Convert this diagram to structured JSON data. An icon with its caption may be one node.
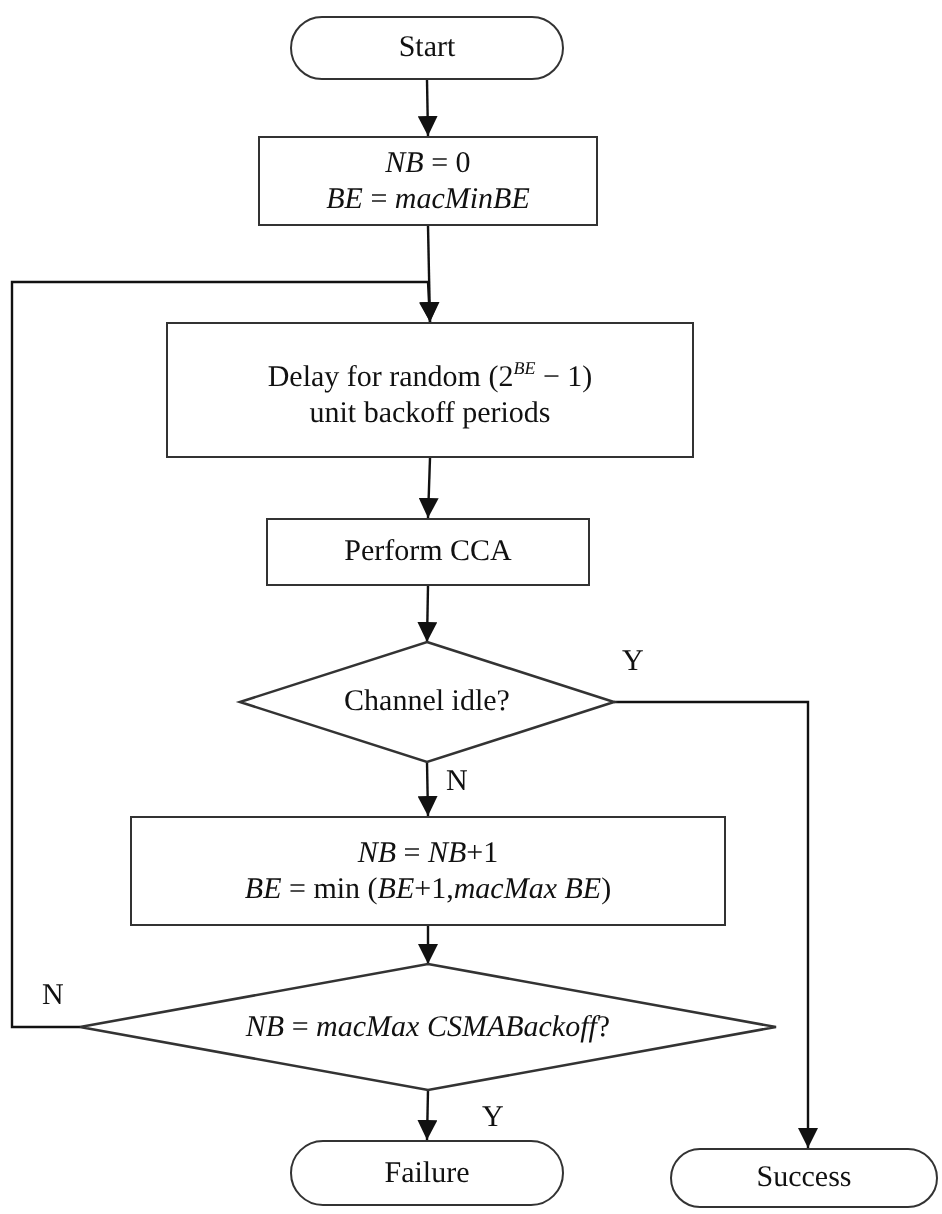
{
  "diagram": {
    "nodes": [
      {
        "text": [
          "Start"
        ]
      },
      {
        "text": [
          "*NB* = 0",
          "*BE* = *macMinBE*"
        ]
      },
      {
        "text": [
          "Delay for random (2$^{BE}$ − 1) unit backoff periods"
        ]
      },
      {
        "text": [
          "Perform CCA"
        ]
      },
      {
        "text": [
          "Channel idle?"
        ]
      },
      {
        "text": [
          "*NB* = *NB*+1",
          "*BE* = min (*BE*+1,*macMax BE*)"
        ]
      },
      {
        "text": [
          "*NB* = *macMax CSMABackoff*?"
        ]
      },
      {
        "text": [
          "Failure"
        ]
      },
      {
        "text": [
          "Success"
        ]
      }
    ],
    "edges": [
      {
        "from": 0,
        "to": 1,
        "arrow": "to"
      },
      {
        "from": 1,
        "to": 2,
        "arrow": "to"
      },
      {
        "from": 2,
        "to": 3,
        "arrow": "to"
      },
      {
        "from": 3,
        "to": 4,
        "arrow": "to"
      },
      {
        "from": 4,
        "to": 8,
        "arrow": "to",
        "label": "Y"
      },
      {
        "from": 4,
        "to": 5,
        "arrow": "to",
        "label": "N"
      },
      {
        "from": 5,
        "to": 6,
        "arrow": "to"
      },
      {
        "from": 6,
        "to": 7,
        "arrow": "to",
        "label": "Y"
      },
      {
        "from": 6,
        "to": 2,
        "arrow": "to",
        "label": "N"
      }
    ]
  }
}
